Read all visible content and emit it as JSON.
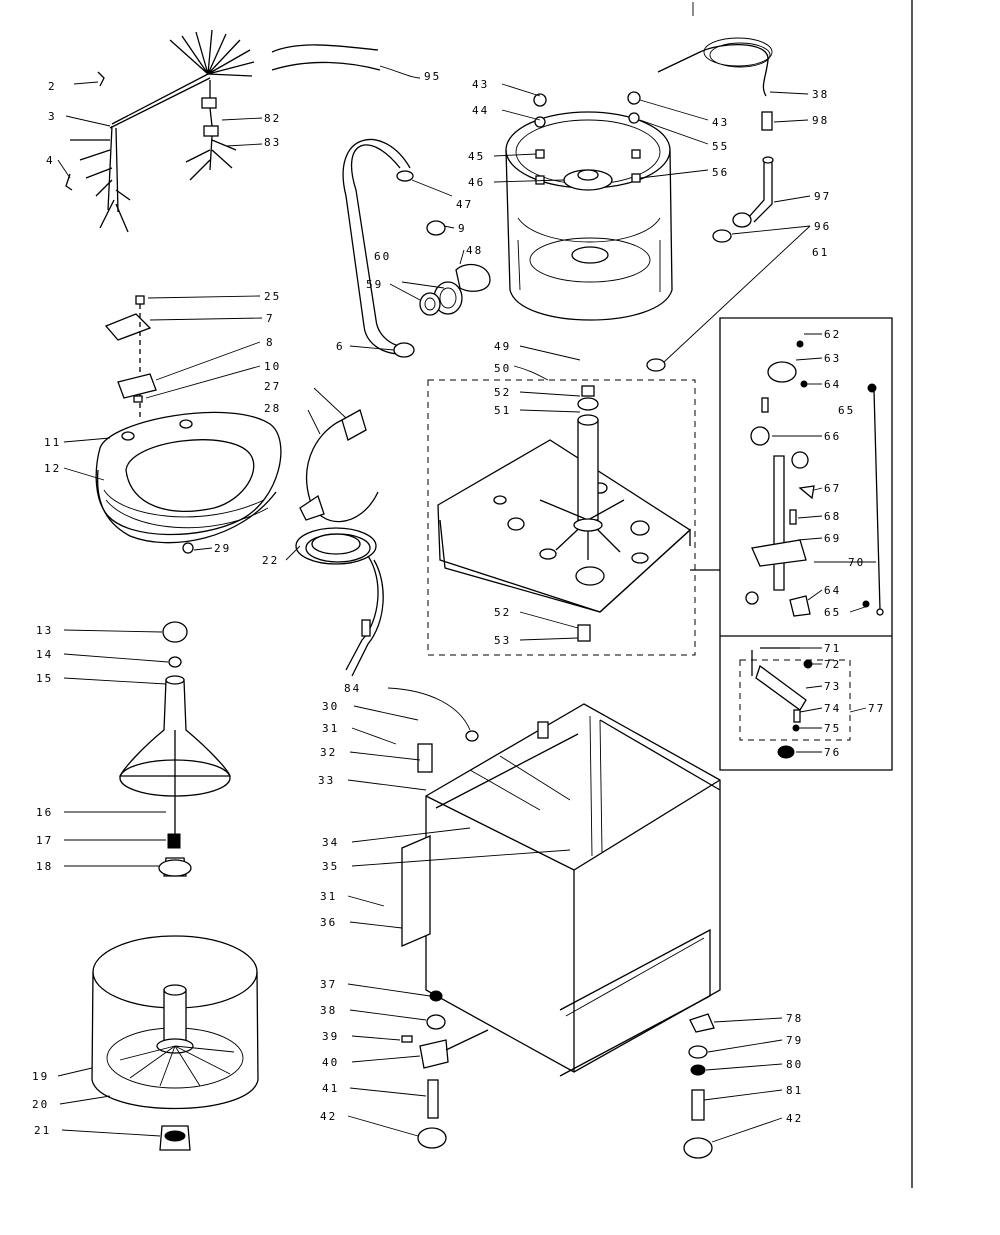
{
  "callouts": [
    {
      "id": "c2",
      "text": "2"
    },
    {
      "id": "c3",
      "text": "3"
    },
    {
      "id": "c4",
      "text": "4"
    },
    {
      "id": "c95",
      "text": "95"
    },
    {
      "id": "c82",
      "text": "82"
    },
    {
      "id": "c83",
      "text": "83"
    },
    {
      "id": "c43a",
      "text": "43"
    },
    {
      "id": "c44",
      "text": "44"
    },
    {
      "id": "c45",
      "text": "45"
    },
    {
      "id": "c46",
      "text": "46"
    },
    {
      "id": "c47",
      "text": "47"
    },
    {
      "id": "c9",
      "text": "9"
    },
    {
      "id": "c48",
      "text": "48"
    },
    {
      "id": "c60",
      "text": "60"
    },
    {
      "id": "c59",
      "text": "59"
    },
    {
      "id": "c6",
      "text": "6"
    },
    {
      "id": "c43b",
      "text": "43"
    },
    {
      "id": "c55",
      "text": "55"
    },
    {
      "id": "c56",
      "text": "56"
    },
    {
      "id": "c38",
      "text": "38"
    },
    {
      "id": "c98",
      "text": "98"
    },
    {
      "id": "c97",
      "text": "97"
    },
    {
      "id": "c96",
      "text": "96"
    },
    {
      "id": "c61",
      "text": "61"
    },
    {
      "id": "c25",
      "text": "25"
    },
    {
      "id": "c7",
      "text": "7"
    },
    {
      "id": "c8",
      "text": "8"
    },
    {
      "id": "c10",
      "text": "10"
    },
    {
      "id": "c27",
      "text": "27"
    },
    {
      "id": "c28",
      "text": "28"
    },
    {
      "id": "c11",
      "text": "11"
    },
    {
      "id": "c12",
      "text": "12"
    },
    {
      "id": "c29",
      "text": "29"
    },
    {
      "id": "c22",
      "text": "22"
    },
    {
      "id": "c49",
      "text": "49"
    },
    {
      "id": "c50",
      "text": "50"
    },
    {
      "id": "c52a",
      "text": "52"
    },
    {
      "id": "c51",
      "text": "51"
    },
    {
      "id": "c52b",
      "text": "52"
    },
    {
      "id": "c53",
      "text": "53"
    },
    {
      "id": "c62",
      "text": "62"
    },
    {
      "id": "c63",
      "text": "63"
    },
    {
      "id": "c64a",
      "text": "64"
    },
    {
      "id": "c65a",
      "text": "65"
    },
    {
      "id": "c66",
      "text": "66"
    },
    {
      "id": "c67",
      "text": "67"
    },
    {
      "id": "c68",
      "text": "68"
    },
    {
      "id": "c69",
      "text": "69"
    },
    {
      "id": "c70",
      "text": "70"
    },
    {
      "id": "c64b",
      "text": "64"
    },
    {
      "id": "c65b",
      "text": "65"
    },
    {
      "id": "c71",
      "text": "71"
    },
    {
      "id": "c72",
      "text": "72"
    },
    {
      "id": "c73",
      "text": "73"
    },
    {
      "id": "c74",
      "text": "74"
    },
    {
      "id": "c75",
      "text": "75"
    },
    {
      "id": "c77",
      "text": "77"
    },
    {
      "id": "c76",
      "text": "76"
    },
    {
      "id": "c13",
      "text": "13"
    },
    {
      "id": "c14",
      "text": "14"
    },
    {
      "id": "c15",
      "text": "15"
    },
    {
      "id": "c16",
      "text": "16"
    },
    {
      "id": "c17",
      "text": "17"
    },
    {
      "id": "c18",
      "text": "18"
    },
    {
      "id": "c19",
      "text": "19"
    },
    {
      "id": "c20",
      "text": "20"
    },
    {
      "id": "c21",
      "text": "21"
    },
    {
      "id": "c84",
      "text": "84"
    },
    {
      "id": "c30",
      "text": "30"
    },
    {
      "id": "c31a",
      "text": "31"
    },
    {
      "id": "c32",
      "text": "32"
    },
    {
      "id": "c33",
      "text": "33"
    },
    {
      "id": "c34",
      "text": "34"
    },
    {
      "id": "c35",
      "text": "35"
    },
    {
      "id": "c31b",
      "text": "31"
    },
    {
      "id": "c36",
      "text": "36"
    },
    {
      "id": "c37",
      "text": "37"
    },
    {
      "id": "c38b",
      "text": "38"
    },
    {
      "id": "c39",
      "text": "39"
    },
    {
      "id": "c40",
      "text": "40"
    },
    {
      "id": "c41",
      "text": "41"
    },
    {
      "id": "c42a",
      "text": "42"
    },
    {
      "id": "c78",
      "text": "78"
    },
    {
      "id": "c79",
      "text": "79"
    },
    {
      "id": "c80",
      "text": "80"
    },
    {
      "id": "c81",
      "text": "81"
    },
    {
      "id": "c42b",
      "text": "42"
    }
  ]
}
